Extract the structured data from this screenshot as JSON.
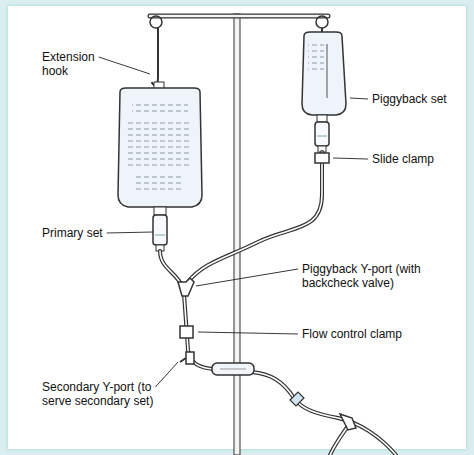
{
  "diagram": {
    "labels": [
      "Extension hook",
      "Piggyback set",
      "Slide clamp",
      "Primary set",
      "Piggyback Y-port (with backcheck valve)",
      "Flow control clamp",
      "Secondary Y-port (to serve secondary set)"
    ]
  }
}
